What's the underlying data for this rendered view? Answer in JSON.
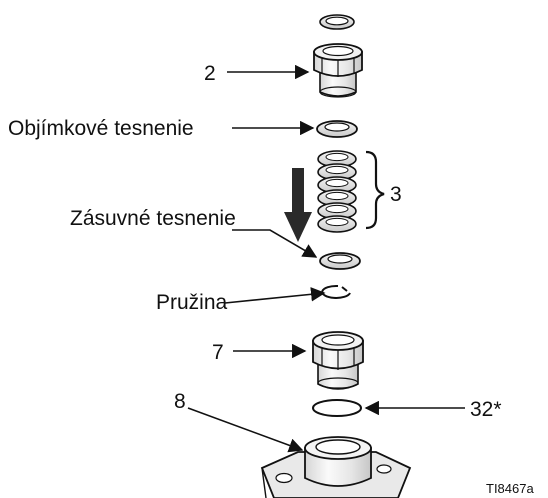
{
  "figure_id": "TI8467a",
  "labels": {
    "part_2": "2",
    "part_3": "3",
    "part_7": "7",
    "part_8": "8",
    "part_32": "32*",
    "cup_seal": "Objímkové tesnenie",
    "slide_seal": "Zásuvné tesnenie",
    "spring": "Pružina"
  },
  "colors": {
    "ink": "#111111",
    "part_fill": "#eeeeee",
    "part_light": "#f7f7f7",
    "part_dark": "#cfcfcf",
    "arrow_fill": "#2a2a2a"
  }
}
